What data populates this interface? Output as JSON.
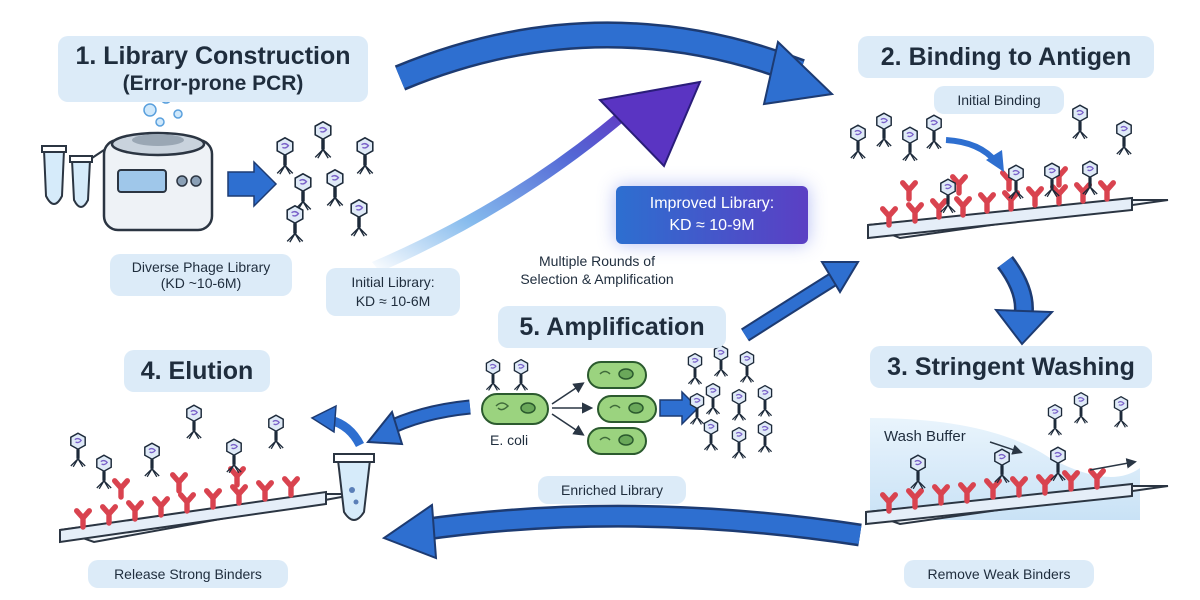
{
  "steps": {
    "library_construction": {
      "title": "1. Library Construction",
      "subtitle": "(Error-prone PCR)"
    },
    "binding": {
      "title": "2. Binding to Antigen",
      "note": "Initial Binding"
    },
    "washing": {
      "title": "3. Stringent Washing",
      "note": "Wash Buffer",
      "caption": "Remove Weak Binders"
    },
    "elution": {
      "title": "4. Elution",
      "caption": "Release Strong Binders"
    },
    "amplification": {
      "title": "5. Amplification",
      "host": "E. coli",
      "caption": "Enriched Library"
    }
  },
  "library": {
    "diverse_label": "Diverse Phage Library",
    "diverse_kd": "(KD ~10-6M)",
    "initial_label": "Initial Library:",
    "initial_kd": "KD ≈ 10-6M",
    "improved_label": "Improved Library:",
    "improved_kd": "KD ≈ 10-9M"
  },
  "cycle_note": [
    "Multiple Rounds of",
    "Selection & Amplification"
  ],
  "colors": {
    "label_bg": "#dcebf8",
    "arrow_blue": "#2e6fd0",
    "antibody_red": "#d9434f",
    "surface": "#e5eef8",
    "bacteria_green": "#9bd37f",
    "improved_gradient_end": "#5b3fc4"
  }
}
